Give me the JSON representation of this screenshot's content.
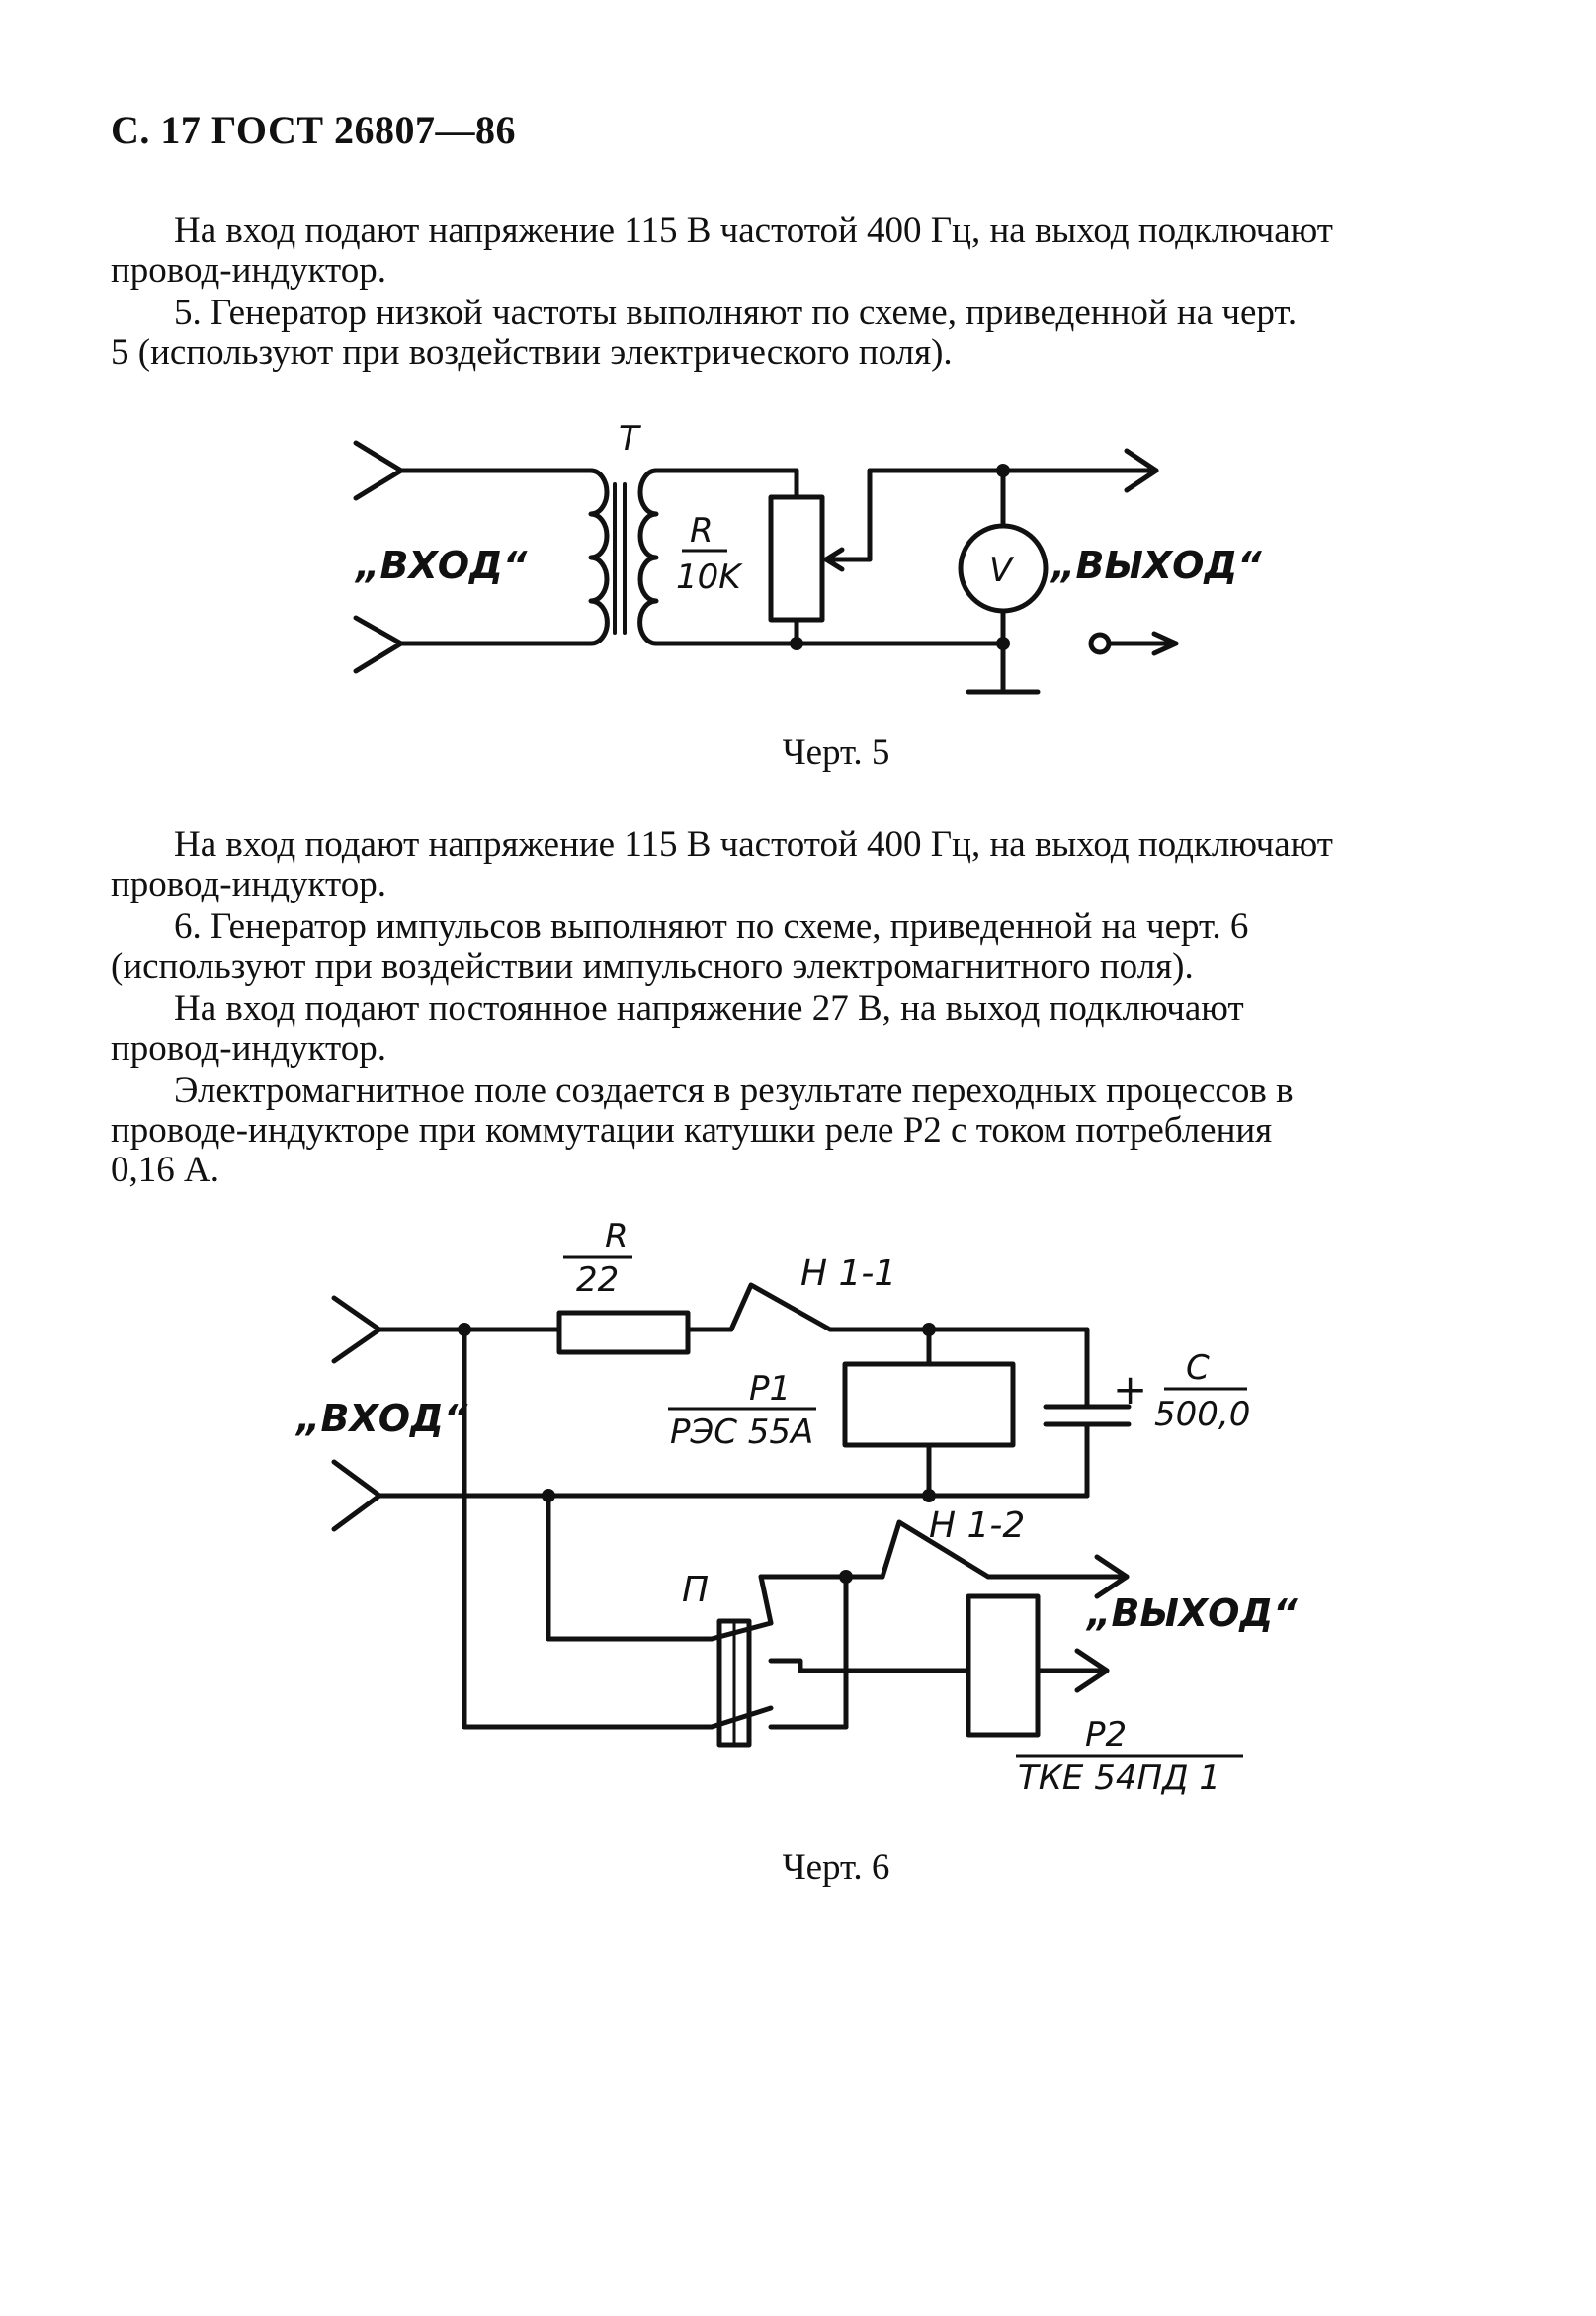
{
  "header": "С. 17 ГОСТ 26807—86",
  "paragraphs": [
    {
      "lines": [
        "На вход подают напряжение 115 В частотой 400 Гц, на выход подключают",
        "провод-индуктор."
      ]
    },
    {
      "lines": [
        "5. Генератор низкой частоты выполняют по схеме, приведенной на черт.",
        "5 (используют при воздействии электрического поля)."
      ]
    },
    {
      "lines": [
        "На вход подают напряжение 115 В частотой 400 Гц, на выход подключают",
        "провод-индуктор."
      ]
    },
    {
      "lines": [
        "6. Генератор импульсов выполняют по схеме, приведенной на черт. 6",
        "(используют при воздействии импульсного электромагнитного поля)."
      ]
    },
    {
      "lines": [
        "На вход подают постоянное напряжение 27 В, на выход подключают",
        "провод-индуктор."
      ]
    },
    {
      "lines": [
        "Электромагнитное поле создается в результате переходных процессов в",
        "проводе-индукторе при коммутации катушки реле Р2 с током потребления",
        "0,16 А."
      ]
    }
  ],
  "figure5": {
    "caption": "Черт. 5",
    "transformer_label": "T",
    "input_label": "„ВХОД“",
    "resistor_name": "R",
    "resistor_value": "10K",
    "voltmeter_label": "V",
    "output_label": "„ВЫХОД“"
  },
  "figure6": {
    "caption": "Черт. 6",
    "input_label": "„ВХОД“",
    "resistor_name": "R",
    "resistor_value": "22",
    "switch1_label": "H 1-1",
    "relay1_name": "P1",
    "relay1_type": "РЭС 55А",
    "capacitor_plus": "+",
    "capacitor_name": "C",
    "capacitor_value": "500,0",
    "switch2_label": "H 1-2",
    "output_label": "„ВЫХОД“",
    "switch_p_label": "П",
    "relay2_name": "P2",
    "relay2_type": "ТКЕ 54ПД 1"
  }
}
